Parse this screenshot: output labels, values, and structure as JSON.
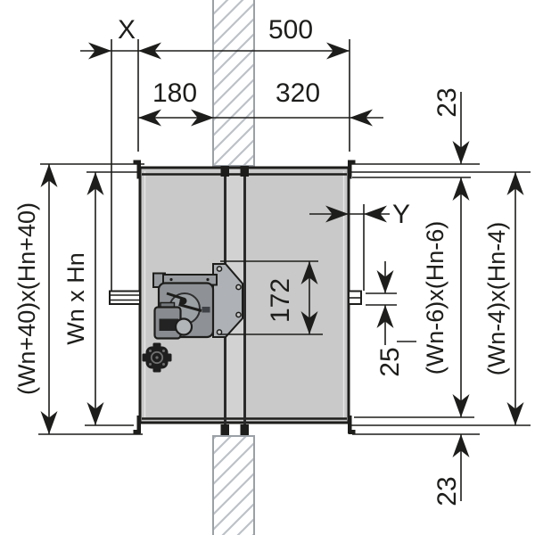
{
  "diagram": {
    "dimensions": {
      "x_label": "X",
      "width_total": "500",
      "width_left_of_wall": "180",
      "width_right_of_wall": "320",
      "offset_top": "23",
      "y_label": "Y",
      "inner_height": "172",
      "shaft_size": "25",
      "offset_bottom": "23",
      "size_outer": "(Wn+40)x(Hn+40)",
      "size_nominal": "Wn x Hn",
      "size_minus6": "(Wn-6)x(Hn-6)",
      "size_minus4": "(Wn-4)x(Hn-4)"
    },
    "colors": {
      "line": "#1d1d1b",
      "box_fill": "#c9c9c9",
      "slot_fill": "#d2d2d2",
      "wall_hatch": "#bcc2c8",
      "wall_border": "#9aa0a6",
      "motor_gray": "#8e9296"
    }
  }
}
